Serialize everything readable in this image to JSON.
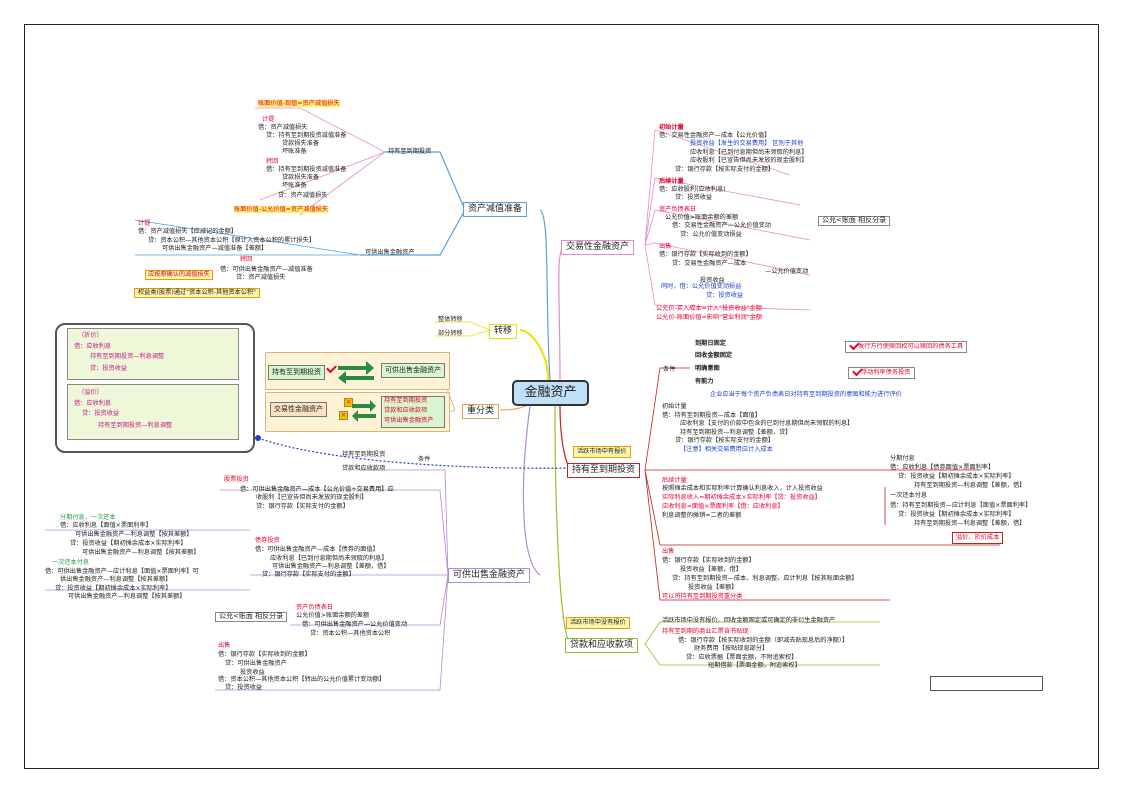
{
  "center": "金融资产",
  "branches": {
    "impairment": "资产减值准备",
    "trading": "交易性金融资产",
    "transfer": "转移",
    "reclass": "重分类",
    "htm": "持有至到期投资",
    "afs": "可供出售金融资产",
    "loans": "贷款和应收款项"
  },
  "impairment": {
    "htm_label": "持有至到期投资",
    "afs_label": "可供出售金融资产",
    "htm_formula": "账面价值-现值=资产减值损失",
    "htm_accrue": [
      "计提",
      "借：资产减值损失",
      "贷：持有至到期投资减值准备",
      "贷款损失准备",
      "坏账准备"
    ],
    "htm_reverse": [
      "转回",
      "借：持有至到期投资减值准备",
      "贷款损失准备",
      "坏账准备",
      "贷：资产减值损失"
    ],
    "afs_formula": "账面价值-公允价值=资产减值损失",
    "afs_accrue": [
      "计提",
      "借：资产减值损失【应减记的金额】",
      "贷：资本公积—其他资本公积【原计入资本公积的累计损失】",
      "可供出售金融资产—减值准备【差额】"
    ],
    "afs_reverse": [
      "转回",
      "借：可供出售金融资产—减值准备",
      "贷：资产减值损失"
    ],
    "afs_note": "应按原确认的减值损失",
    "equity_note": "权益类(股票)通过\"资本公积-其他资本公积\""
  },
  "transfer": {
    "items": [
      "整体转移",
      "部分转移"
    ]
  },
  "reclass": {
    "from_htm": "持有至到期投资",
    "to_afs": "可供出售金融资产",
    "trading": "交易性金融资产",
    "others": [
      "持有至到期投资",
      "贷款和应收款项",
      "可供出售金融资产"
    ],
    "discount": [
      "（折价）",
      "借：应收利息",
      "持有至到期投资—利息调整",
      "贷：投资收益"
    ],
    "premium": [
      "（溢价）",
      "借：应收利息",
      "贷：投资收益",
      "持有至到期投资—利息调整"
    ]
  },
  "trading": {
    "initial": [
      "初始计量",
      "借：交易性金融资产—成本【公允价值】",
      "投资收益【发生的交易费用】 区别于其他",
      "应收利息【已到付息期但尚未领取的利息】",
      "应收股利【已宣告但尚未发放的现金股利】",
      "贷：银行存款【按实际支付的金额】"
    ],
    "interest": [
      "后续计量",
      "借：应收股利(应收利息)",
      "贷：投资收益"
    ],
    "fairvalue": [
      "资产负债表日",
      "公允价值>账面余额的差额",
      "借：交易性金融资产—公允价值变动",
      "贷：公允价值变动损益"
    ],
    "fv_note": "公允<账面 相反分录",
    "sale": [
      "出售",
      "借：银行存款【实际收到的金额】",
      "贷：交易性金融资产—成本",
      "—公允价值变动",
      "投资收益",
      "同时，借：公允价值变动损益",
      "贷：投资收益"
    ],
    "gain1": "公允价-买入成本=计入\"投资收益\"金额",
    "gain2": "公允价-账面价值=影响\"营业利润\"金额"
  },
  "htm": {
    "active": "活跃市场中有报价",
    "conditions_label": "条件",
    "conditions": [
      "到期日固定",
      "回收金额固定",
      "明确意图",
      "有能力"
    ],
    "cond_note1": "发行方行使赎回权可以赎回的债务工具",
    "cond_note2": "浮动利率债务投资",
    "cond_desc": "企业应当于每个资产负债表日对持有至到期投资的意图和能力进行评价",
    "initial": [
      "初始计量",
      "借：持有至到期投资—成本【面值】",
      "应收利息【支付的价款中包含的已到付息期但尚未领取的利息】",
      "持有至到期投资—利息调整【差额，贷】",
      "贷：银行存款【按实际支付的金额】",
      "【注意】相关交易费用应计入成本"
    ],
    "subsequent": [
      "后续计量",
      "按照摊余成本和实际利率计算确认利息收入，计入投资收益",
      "实际利息收入=期初摊余成本×实际利率【贷：投资收益】",
      "应收利息=面值×票面利率【借：应收利息】",
      "利息调整的摊销=二者的差额"
    ],
    "periodic": [
      "分期付息",
      "借：应收利息【债券面值×票面利率】",
      "贷：投资收益【期初摊余成本×实际利率】",
      "持有至到期投资—利息调整【差额，借】"
    ],
    "lump": [
      "一次还本付息",
      "借：持有至到期投资—应计利息【面值×票面利率】",
      "贷：投资收益【期初摊余成本×实际利率】",
      "持有至到期投资—利息调整【差额，借】"
    ],
    "amort": "溢价、折价成本",
    "sale": [
      "出售",
      "借：银行存款【实际收到的金额】",
      "投资收益【差额，借】",
      "贷：持有至到期投资—成本、利息调整、应计利息【按其账面余额】",
      "投资收益【差额】"
    ],
    "sale_note": "可以将持有至到期投资重分类"
  },
  "afs": {
    "cond": "条件",
    "cond_box": [
      "持有至到期投资",
      "贷款和应收款项"
    ],
    "stock": [
      "股票投资",
      "借：可供出售金融资产—成本【公允价值+交易费用】应",
      "收股利【已宣告但尚未发放的现金股利】",
      "贷：银行存款【实际支付的金额】"
    ],
    "periodic": [
      "分期付息，一次还本",
      "借：应收利息【面值×票面利率】",
      "可供出售金融资产—利息调整【按其差额】",
      "贷：投资收益【期初摊余成本×实际利率】",
      "可供出售金融资产—利息调整【按其差额】"
    ],
    "lump": [
      "一次还本付息",
      "借：可供出售金融资产—应计利息【面值×票面利率】可",
      "供出售金融资产—利息调整【按其差额】",
      "贷：投资收益【期初摊余成本×实际利率】",
      "可供出售金融资产—利息调整【按其差额】"
    ],
    "bond": [
      "债券投资",
      "借：可供出售金融资产—成本【债券的面值】",
      "应收利息【已到付息期但尚未领取的利息】",
      "可供出售金融资产—利息调整【差额，借】",
      "贷：银行存款【实际支付的金额】"
    ],
    "fairvalue": [
      "资产负债表日",
      "公允价值>账面余额的差额",
      "借：可供出售金融资产—公允价值变动",
      "贷：资本公积—其他资本公积"
    ],
    "fv_note": "公允<账面 相反分录",
    "sale": [
      "出售",
      "借：银行存款【实际收到的金额】",
      "贷：可供出售金融资产",
      "投资收益",
      "借：资本公积—其他资本公积【转出的公允价值累计变动额】",
      "贷：投资收益"
    ]
  },
  "loans": {
    "no_active": "活跃市场中没有报价",
    "desc": "活跃市场中没有报价、回收金额固定或可确定的非衍生金融资产",
    "title": "持有至到期的商业汇票背书贴现",
    "entries": [
      "借：银行存款【按实际收到的金额（即减去贴现息后的净额）】",
      "财务费用【按贴现息部分】",
      "贷：应收票据【票面金额，不附追索权】",
      "短期借款【票面金额，附追索权】"
    ]
  },
  "colors": {
    "center_fill": "#bfe0f7",
    "red": "#e4002b",
    "blue": "#1d3fd0",
    "green": "#2b9b4a",
    "branch_blue": "#5aa0d8",
    "branch_pink": "#e78bc7",
    "branch_yellow": "#f0e000",
    "branch_orange": "#f0a050",
    "branch_red": "#c81e1e",
    "branch_olive": "#9bbb2a",
    "branch_purple": "#b28ad8"
  }
}
